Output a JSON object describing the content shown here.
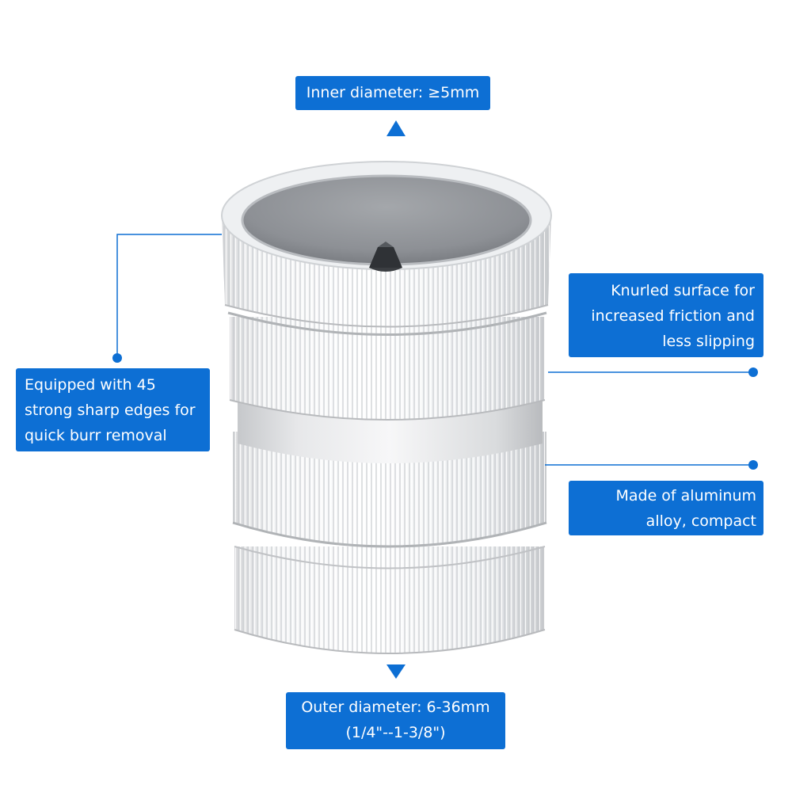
{
  "colors": {
    "accent": "#0d6fd4",
    "label_text": "#ffffff",
    "background": "#ffffff"
  },
  "product": {
    "icon": "pipe-deburring-tool"
  },
  "callouts": {
    "inner_diameter": {
      "line1": "Inner diameter: ≥5mm"
    },
    "knurled": {
      "line1": "Knurled surface for",
      "line2": "increased friction and",
      "line3": "less slipping"
    },
    "equipped": {
      "line1": "Equipped with 45",
      "line2": "strong sharp edges for",
      "line3": "quick burr removal"
    },
    "alloy": {
      "line1": "Made of aluminum",
      "line2": "alloy, compact"
    },
    "outer_diameter": {
      "line1": "Outer diameter: 6-36mm",
      "line2": "(1/4\"--1-3/8\")"
    }
  }
}
